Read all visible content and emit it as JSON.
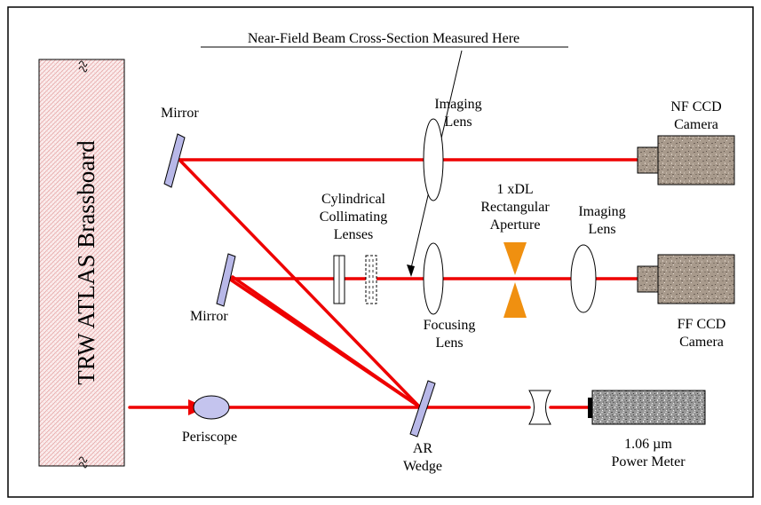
{
  "labels": {
    "brassboard": "TRW ATLAS Brassboard",
    "measurement_note": "Near-Field Beam Cross-Section Measured Here",
    "mirror_top": "Mirror",
    "mirror_mid": "Mirror",
    "periscope": "Periscope",
    "ar_wedge_1": "AR",
    "ar_wedge_2": "Wedge",
    "imaging_lens_top_1": "Imaging",
    "imaging_lens_top_2": "Lens",
    "nf_camera_1": "NF CCD",
    "nf_camera_2": "Camera",
    "cyl_lenses_1": "Cylindrical",
    "cyl_lenses_2": "Collimating",
    "cyl_lenses_3": "Lenses",
    "aperture_1": "1 xDL",
    "aperture_2": "Rectangular",
    "aperture_3": "Aperture",
    "imaging_lens_mid_1": "Imaging",
    "imaging_lens_mid_2": "Lens",
    "focusing_lens_1": "Focusing",
    "focusing_lens_2": "Lens",
    "ff_camera_1": "FF CCD",
    "ff_camera_2": "Camera",
    "power_meter_1": "1.06 µm",
    "power_meter_2": "Power Meter"
  },
  "colors": {
    "beam": "#ee0000",
    "aperture": "#f09010",
    "mirror_fill": "#b8b8e8",
    "hatch": "#e8a8a8",
    "camera_body": "#a89888"
  }
}
